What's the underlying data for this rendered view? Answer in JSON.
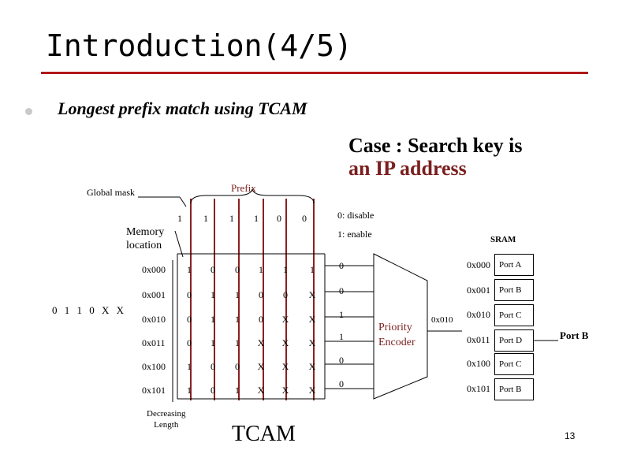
{
  "slide": {
    "title": "Introduction(4/5)",
    "bullet": "Longest prefix match using TCAM",
    "case_line1": "Case : Search key is",
    "case_line2": "an IP address",
    "page_number": "13"
  },
  "labels": {
    "global_mask": "Global mask",
    "prefix": "Prefix",
    "memory_location_1": "Memory",
    "memory_location_2": "location",
    "disable": "0: disable",
    "enable": "1: enable",
    "search_key": "0 1 1 0 X X",
    "decreasing_1": "Decreasing",
    "decreasing_2": "Length",
    "tcam": "TCAM",
    "priority_1": "Priority",
    "priority_2": "Encoder",
    "encoder_out": "0x010",
    "sram": "SRAM",
    "result": "Port B"
  },
  "mask_bits": [
    "1",
    "1",
    "1",
    "1",
    "0",
    "0"
  ],
  "tcam_rows": [
    {
      "addr": "0x000",
      "bits": [
        "1",
        "0",
        "0",
        "1",
        "1",
        "1"
      ],
      "match": "0"
    },
    {
      "addr": "0x001",
      "bits": [
        "0",
        "1",
        "1",
        "0",
        "0",
        "X"
      ],
      "match": "0"
    },
    {
      "addr": "0x010",
      "bits": [
        "0",
        "1",
        "1",
        "0",
        "X",
        "X"
      ],
      "match": "1"
    },
    {
      "addr": "0x011",
      "bits": [
        "0",
        "1",
        "1",
        "X",
        "X",
        "X"
      ],
      "match": "1"
    },
    {
      "addr": "0x100",
      "bits": [
        "1",
        "0",
        "0",
        "X",
        "X",
        "X"
      ],
      "match": "0"
    },
    {
      "addr": "0x101",
      "bits": [
        "1",
        "0",
        "1",
        "X",
        "X",
        "X"
      ],
      "match": "0"
    }
  ],
  "sram_rows": [
    {
      "addr": "0x000",
      "port": "Port A"
    },
    {
      "addr": "0x001",
      "port": "Port B"
    },
    {
      "addr": "0x010",
      "port": "Port C"
    },
    {
      "addr": "0x011",
      "port": "Port D"
    },
    {
      "addr": "0x100",
      "port": "Port C"
    },
    {
      "addr": "0x101",
      "port": "Port B"
    }
  ],
  "colors": {
    "accent": "#b01818",
    "highlight": "#7a1f1f",
    "wire": "#8b2020"
  }
}
